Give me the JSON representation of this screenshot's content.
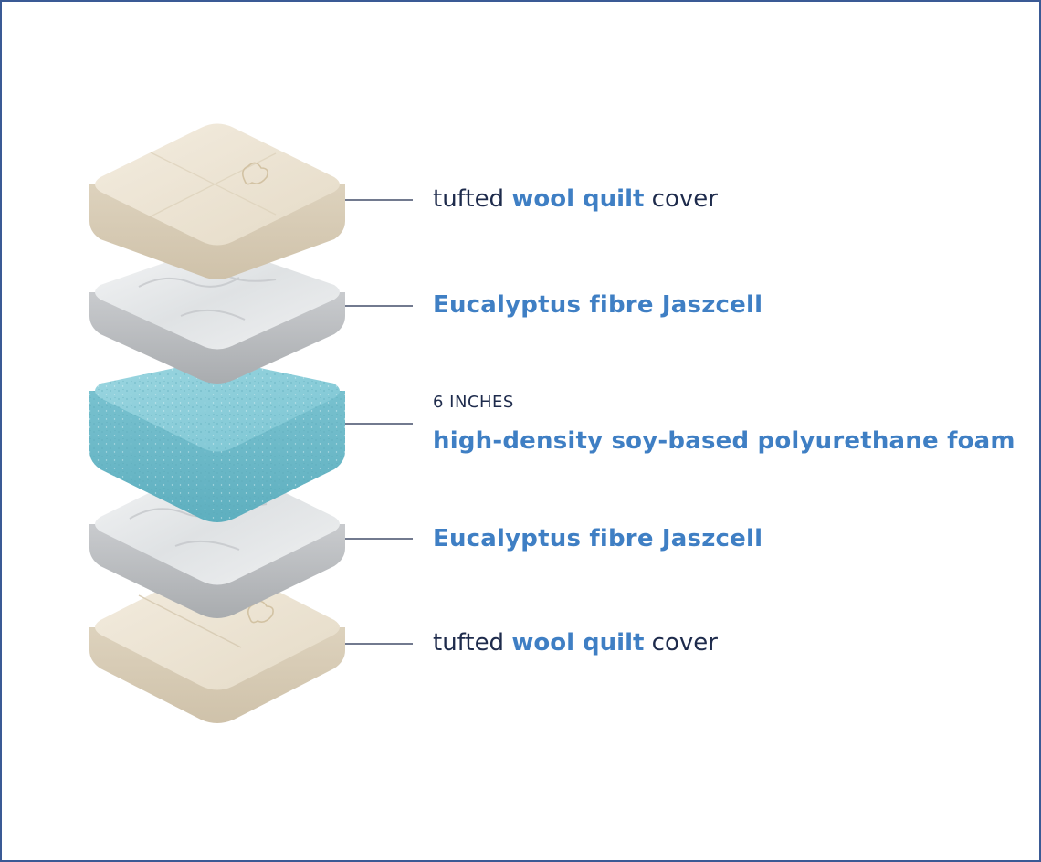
{
  "colors": {
    "frame": "#3a5a95",
    "accent": "#3f7fc4",
    "text_dark": "#1e2b4c",
    "leader": "#1e2b4c",
    "wool_top": "#eee5d5",
    "wool_side": "#d8ccb6",
    "fibre_top": "#e9ebed",
    "fibre_side": "#b8bbbe",
    "foam_top": "#8fd0dc",
    "foam_side": "#6fbccb"
  },
  "layers": [
    {
      "id": "top-cover",
      "material": "wool",
      "label": {
        "pre": "tufted ",
        "strong": "wool quilt",
        "post": " cover"
      }
    },
    {
      "id": "upper-fibre",
      "material": "fibre",
      "label": {
        "strong": "Eucalyptus fibre Jaszcell"
      }
    },
    {
      "id": "foam-core",
      "material": "foam",
      "label": {
        "caption": "6 INCHES",
        "strong": "high-density soy-based polyurethane foam"
      }
    },
    {
      "id": "lower-fibre",
      "material": "fibre",
      "label": {
        "strong": "Eucalyptus fibre Jaszcell"
      }
    },
    {
      "id": "bottom-cover",
      "material": "wool",
      "label": {
        "pre": "tufted ",
        "strong": "wool quilt",
        "post": " cover"
      }
    }
  ]
}
